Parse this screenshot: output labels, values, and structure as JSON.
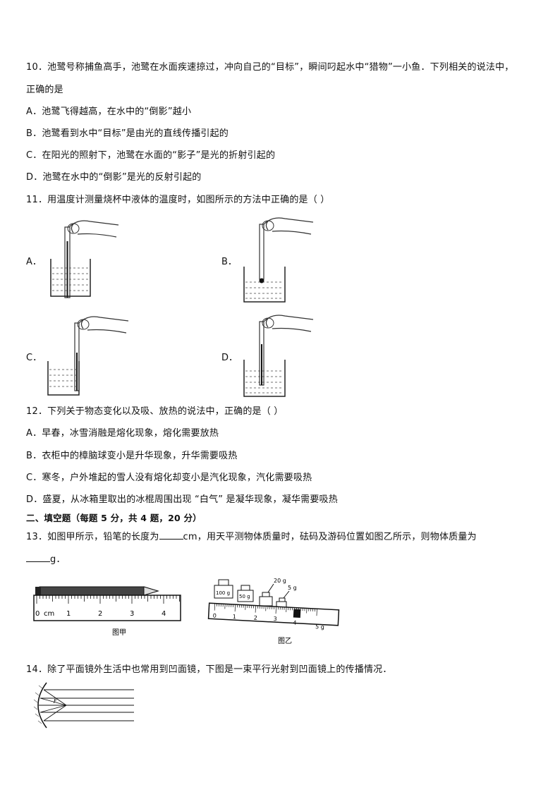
{
  "q10": {
    "stem_1": "10．池鹭号称捕鱼高手，池鹭在水面疾速掠过，冲向自己的“目标”，瞬间叼起水中“猎物”一小鱼．下列相关的说法中，",
    "stem_2": "正确的是",
    "options": [
      "A．池鹭飞得越高，在水中的“倒影”越小",
      "B．池鹭看到水中“目标”是由光的直线传播引起的",
      "C．在阳光的照射下，池鹭在水面的“影子”是光的折射引起的",
      "D．池鹭在水中的“倒影”是光的反射引起的"
    ]
  },
  "q11": {
    "stem": "11．用温度计测量烧杯中液体的温度时，如图所示的方法中正确的是（    ）",
    "labels": [
      "A．",
      "B．",
      "C．",
      "D．"
    ]
  },
  "q12": {
    "stem": "12．下列关于物态变化以及吸、放热的说法中，正确的是（      ）",
    "options": [
      "A．早春，冰雪消融是熔化现象，熔化需要放热",
      "B．衣柜中的樟脑球变小是升华现象，升华需要吸热",
      "C．寒冬，户外堆起的雪人没有熔化却变小是汽化现象，汽化需要吸热",
      "D．盛夏，从冰箱里取出的冰棍周围出现 “白气” 是凝华现象，凝华需要吸热"
    ]
  },
  "section2": {
    "title": "二、填空题（每题 5 分，共 4 题，20 分）"
  },
  "q13": {
    "stem_a": "13．如图甲所示，铅笔的长度为",
    "stem_b": "cm，用天平测物体质量时，砝码及游码位置如图乙所示，则物体质量为",
    "stem_c": "g．",
    "fig_a": {
      "unit": "cm",
      "ticks": [
        "0",
        "1",
        "2",
        "3",
        "4"
      ],
      "caption": "图甲"
    },
    "fig_b": {
      "weights": [
        "100 g",
        "50 g",
        "20 g",
        "5 g"
      ],
      "ticks": [
        "0",
        "1",
        "2",
        "3",
        "4",
        "5 g"
      ],
      "caption": "图乙"
    }
  },
  "q14": {
    "stem": "14．除了平面镜外生活中也常用到凹面镜，下图是一束平行光射到凹面镜上的传播情况．",
    "focus_label": "F"
  }
}
